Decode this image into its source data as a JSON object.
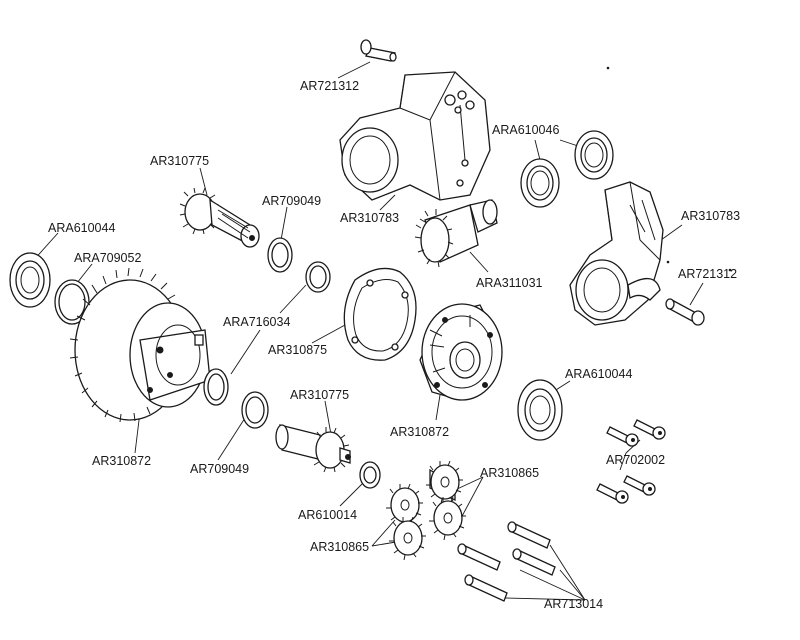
{
  "labels": {
    "pin_top": "AR721312",
    "gear_upper": "AR310775",
    "shim_upper": "AR709049",
    "bearing_left": "ARA610044",
    "oring_left": "ARA709052",
    "gasket_center": "ARA716034",
    "seal_ring": "AR310875",
    "case_top": "AR310783",
    "bearing_pair": "ARA610046",
    "pinion_center": "ARA311031",
    "case_right": "AR310783",
    "pin_right": "AR721312",
    "bearing_right": "ARA610044",
    "diff_case_right": "AR310872",
    "gear_lower": "AR310775",
    "diff_case_left": "AR310872",
    "shim_lower": "AR709049",
    "bearing_small": "AR610014",
    "planet_right": "AR310865",
    "planet_left": "AR310865",
    "screws": "AR702002",
    "pins_bottom": "AR713014"
  }
}
